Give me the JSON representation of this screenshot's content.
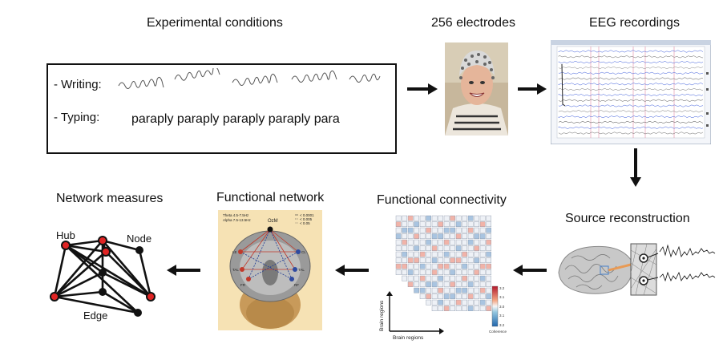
{
  "titles": {
    "experimental_conditions": "Experimental conditions",
    "electrodes": "256 electrodes",
    "eeg": "EEG recordings",
    "source_reconstruction": "Source reconstruction",
    "functional_connectivity": "Functional connectivity",
    "functional_network": "Functional network",
    "network_measures": "Network measures"
  },
  "conditions": {
    "writing_label": "- Writing:",
    "typing_label": "- Typing:",
    "typed_text": "paraply paraply paraply paraply para"
  },
  "connectivity": {
    "x_axis": "Brain  regions",
    "y_axis": "Brain  regions",
    "colorbar_label": "Coherence",
    "colorbar_ticks": [
      "3.2",
      "3.1",
      "3.0",
      "3.1",
      "3.2"
    ]
  },
  "functional_network": {
    "center_label": "OzM",
    "info_line1": "Theta 4.5-7.5Hz",
    "info_line2": "Alpha 7.5-13.5Hz",
    "legend": [
      "< 0.0001",
      "< 0.005",
      "< 0.05"
    ],
    "nodes": [
      "LE",
      "TAL",
      "FR",
      "CL",
      "TAL",
      "RF"
    ]
  },
  "network": {
    "hub_label": "Hub",
    "node_label": "Node",
    "edge_label": "Edge"
  }
}
